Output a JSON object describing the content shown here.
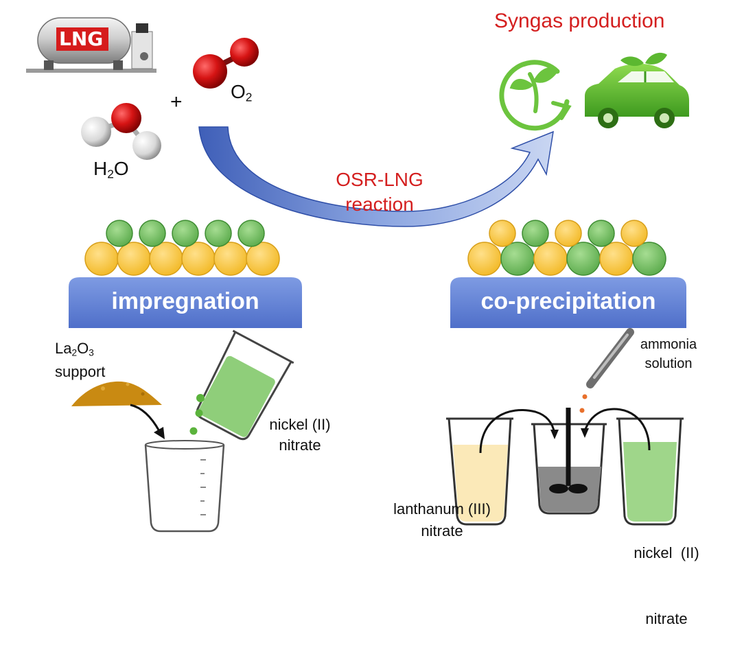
{
  "header": {
    "title": "Syngas production"
  },
  "reactants": {
    "tank_label": "LNG",
    "oxygen": {
      "base": "O",
      "sub": "2"
    },
    "water": {
      "base": "H",
      "sub": "2",
      "tail": "O"
    },
    "plus": "+"
  },
  "reaction": {
    "line1": "OSR-LNG",
    "line2": "reaction"
  },
  "methods": {
    "left": "impregnation",
    "right": "co-precipitation"
  },
  "impregnation": {
    "support": {
      "base": "La",
      "sub1": "2",
      "mid": "O",
      "sub2": "3",
      "line2": "support"
    },
    "precursor": {
      "line1": "nickel (II)",
      "line2": "nitrate"
    }
  },
  "coprecipitation": {
    "base": {
      "line1": "ammonia",
      "line2": "solution"
    },
    "left_precursor": {
      "line1": "lanthanum (III)",
      "line2": "nitrate"
    },
    "right_precursor": {
      "line1": "nickel  (II)",
      "line2": "nitrate"
    }
  },
  "colors": {
    "accent_red": "#d41f1f",
    "plate_blue": "#5a7dd6",
    "particle_yellow": "#f6c445",
    "particle_green": "#7cc36a",
    "eco_green": "#6cc43e"
  },
  "icons": [
    "lng-tank-icon",
    "oxygen-molecule-icon",
    "water-molecule-icon",
    "eco-sprout-icon",
    "eco-car-icon",
    "beaker-icon",
    "dropper-icon",
    "stirrer-icon"
  ]
}
